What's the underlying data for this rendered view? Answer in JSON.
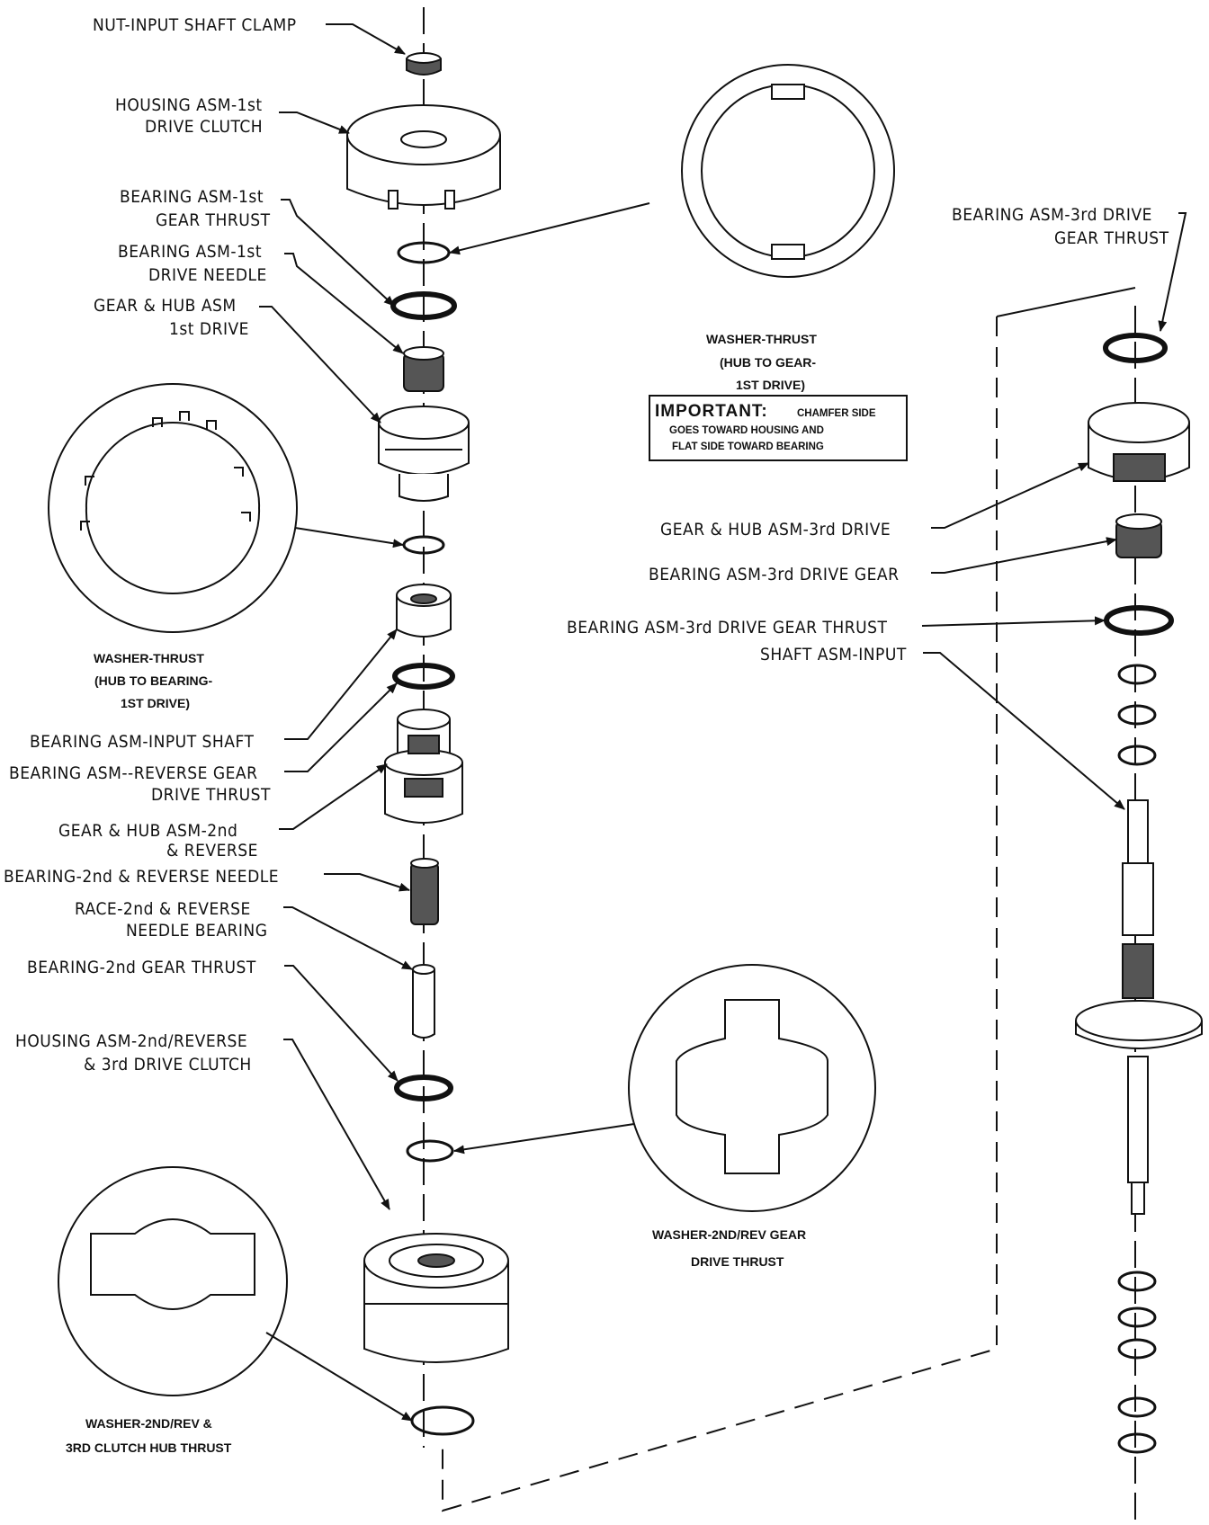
{
  "labels": {
    "nut_input_shaft_clamp": "NUT-INPUT SHAFT CLAMP",
    "housing_1st_l1": "HOUSING ASM-1st",
    "housing_1st_l2": "DRIVE CLUTCH",
    "bearing_1st_gear_thrust_l1": "BEARING ASM-1st",
    "bearing_1st_gear_thrust_l2": "GEAR THRUST",
    "bearing_1st_drive_needle_l1": "BEARING ASM-1st",
    "bearing_1st_drive_needle_l2": "DRIVE NEEDLE",
    "gear_hub_1st_l1": "GEAR & HUB ASM",
    "gear_hub_1st_l2": "1st DRIVE",
    "bearing_input_shaft": "BEARING ASM-INPUT SHAFT",
    "bearing_reverse_gear_l1": "BEARING ASM--REVERSE GEAR",
    "bearing_reverse_gear_l2": "DRIVE THRUST",
    "gear_hub_2nd_l1": "GEAR & HUB ASM-2nd",
    "gear_hub_2nd_l2": "& REVERSE",
    "bearing_2nd_rev_needle": "BEARING-2nd & REVERSE NEEDLE",
    "race_2nd_rev_l1": "RACE-2nd & REVERSE",
    "race_2nd_rev_l2": "NEEDLE BEARING",
    "bearing_2nd_gear_thrust": "BEARING-2nd GEAR THRUST",
    "housing_2nd_rev_l1": "HOUSING ASM-2nd/REVERSE",
    "housing_2nd_rev_l2": "& 3rd DRIVE CLUTCH",
    "bearing_3rd_drive_gear_thrust_top_l1": "BEARING ASM-3rd DRIVE",
    "bearing_3rd_drive_gear_thrust_top_l2": "GEAR THRUST",
    "gear_hub_3rd": "GEAR & HUB ASM-3rd DRIVE",
    "bearing_3rd_drive_gear": "BEARING ASM-3rd DRIVE GEAR",
    "bearing_3rd_drive_gear_thrust": "BEARING ASM-3rd DRIVE GEAR THRUST",
    "shaft_input": "SHAFT ASM-INPUT"
  },
  "callouts": {
    "washer_thrust_gear_l1": "WASHER-THRUST",
    "washer_thrust_gear_l2": "(HUB TO GEAR-",
    "washer_thrust_gear_l3": "1ST DRIVE)",
    "important_title": "IMPORTANT:",
    "important_l1": "CHAMFER SIDE",
    "important_l2": "GOES TOWARD HOUSING AND",
    "important_l3": "FLAT SIDE TOWARD BEARING",
    "washer_thrust_bearing_l1": "WASHER-THRUST",
    "washer_thrust_bearing_l2": "(HUB TO BEARING-",
    "washer_thrust_bearing_l3": "1ST DRIVE)",
    "washer_2nd_rev_gear_l1": "WASHER-2ND/REV GEAR",
    "washer_2nd_rev_gear_l2": "DRIVE THRUST",
    "washer_2nd_rev_3rd_l1": "WASHER-2ND/REV &",
    "washer_2nd_rev_3rd_l2": "3RD CLUTCH HUB THRUST"
  }
}
